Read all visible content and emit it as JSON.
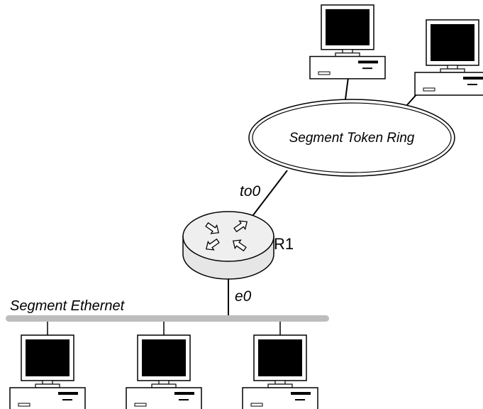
{
  "labels": {
    "token_ring": "Segment Token Ring",
    "router_name": "R1",
    "router_interface_tr": "to0",
    "router_interface_eth": "e0",
    "ethernet_segment": "Segment Ethernet"
  },
  "colors": {
    "line": "#000000",
    "screen": "#000000",
    "cable": "#bdbdbd",
    "router_fill": "#e6e6e6"
  },
  "icons": [
    "computer-icon",
    "router-icon",
    "token-ring-icon"
  ]
}
